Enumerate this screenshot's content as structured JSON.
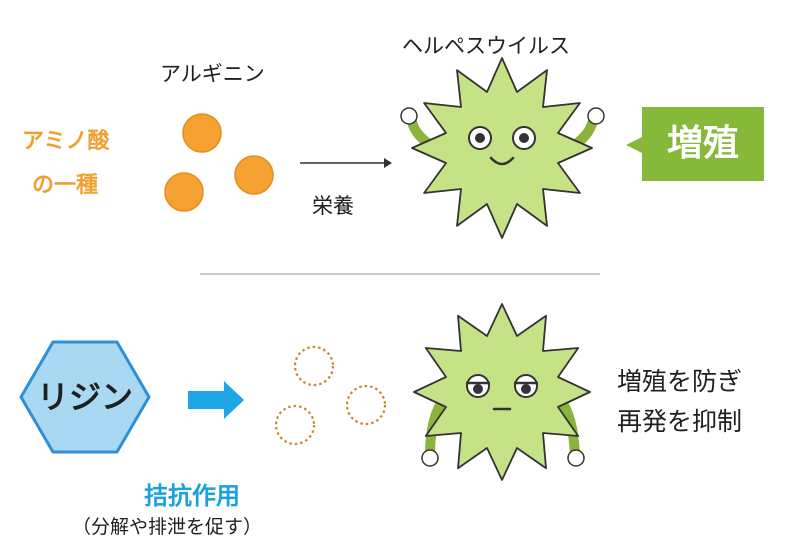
{
  "top": {
    "arginine_label": "アルギニン",
    "amino_line1": "アミノ酸",
    "amino_line2": "の一種",
    "arrow_label": "栄養",
    "virus_label": "ヘルペスウイルス",
    "result_badge": "増殖"
  },
  "bottom": {
    "lysine_label": "リジン",
    "action_label": "拮抗作用",
    "action_note": "（分解や排泄を促す）",
    "result_line1": "増殖を防ぎ",
    "result_line2": "再発を抑制"
  },
  "colors": {
    "virus_fill": "#c5e286",
    "virus_stroke": "#333333",
    "virus_arms": "#8ab43c",
    "orange": "#f5a233",
    "orange_stroke": "#e88c1c",
    "dotted_circle": "#c8862e",
    "badge_green": "#86b83a",
    "hexagon_fill": "#a9d8f3",
    "hexagon_stroke": "#2f8fd6",
    "arrow_blue": "#1ea5e8",
    "divider": "#bbbbbb"
  }
}
